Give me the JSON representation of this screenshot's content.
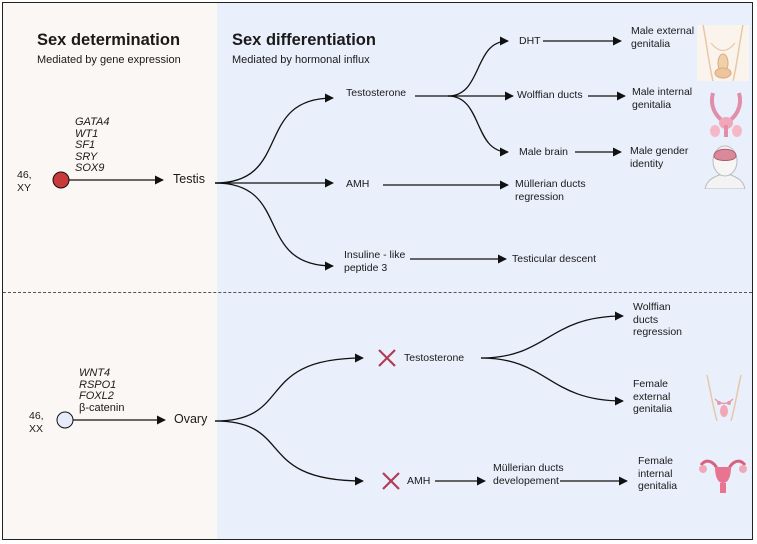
{
  "colors": {
    "left_bg": "#fbf7f4",
    "right_bg": "#e9f0fb",
    "male_node": "#c93a3a",
    "female_node": "#e6ecfa",
    "cross": "#b33b55"
  },
  "headers": {
    "left_title": "Sex determination",
    "left_sub": "Mediated by gene expression",
    "right_title": "Sex differentiation",
    "right_sub": "Mediated by hormonal influx"
  },
  "male": {
    "karyotype": [
      "46,",
      "XY"
    ],
    "genes": [
      "GATA4",
      "WT1",
      "SF1",
      "SRY",
      "SOX9"
    ],
    "gonad": "Testis",
    "hormones": {
      "testosterone": "Testosterone",
      "amh": "AMH",
      "insl3": [
        "Insuline - like",
        "peptide 3"
      ]
    },
    "targets": {
      "dht": "DHT",
      "wolffian": "Wolffian ducts",
      "brain": "Male brain",
      "mullerian": [
        "Müllerian ducts",
        "regression"
      ],
      "descent": "Testicular descent"
    },
    "outcomes": {
      "external": [
        "Male external",
        "genitalia"
      ],
      "internal": [
        "Male internal",
        "genitalia"
      ],
      "identity": [
        "Male gender",
        "identity"
      ]
    }
  },
  "female": {
    "karyotype": [
      "46,",
      "XX"
    ],
    "genes": [
      "WNT4",
      "RSPO1",
      "FOXL2",
      "β-catenin"
    ],
    "gonad": "Ovary",
    "hormones": {
      "testosterone": "Testosterone",
      "amh": "AMH"
    },
    "targets": {
      "mullerian": [
        "Müllerian ducts",
        "developement"
      ]
    },
    "outcomes": {
      "wolffian": [
        "Wolffian",
        "ducts",
        "regression"
      ],
      "external": [
        "Female",
        "external",
        "genitalia"
      ],
      "internal": [
        "Female",
        "internal",
        "genitalia"
      ]
    }
  }
}
